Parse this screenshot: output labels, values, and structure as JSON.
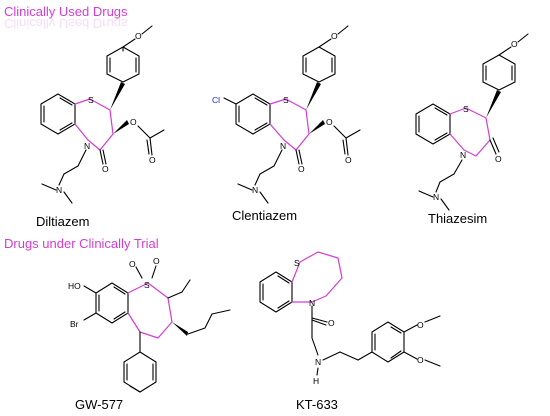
{
  "sections": {
    "clinical": "Clinically Used Drugs",
    "trial": "Drugs under Clinically Trial"
  },
  "drugs": {
    "diltiazem": "Diltiazem",
    "clentiazem": "Clentiazem",
    "thiazesim": "Thiazesim",
    "gw577": "GW-577",
    "kt633": "KT-633"
  },
  "atoms": {
    "S": "S",
    "N": "N",
    "O": "O",
    "Cl": "Cl",
    "HO": "HO",
    "Br": "Br",
    "H": "H"
  },
  "colors": {
    "highlight": "#d63bd6",
    "chlorine": "#2020e0",
    "bond": "#000000"
  }
}
